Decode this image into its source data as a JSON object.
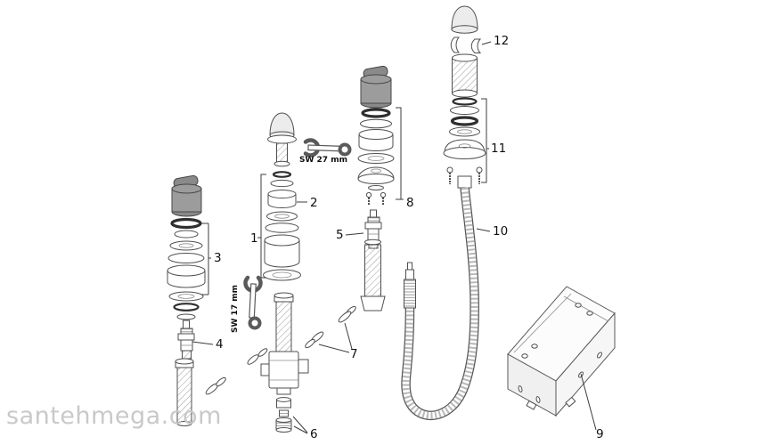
{
  "app": {
    "background": "#ffffff",
    "colors": {
      "line": "#4f4f4f",
      "handle_gray": "#9c9c9c",
      "watermark": "#c9c9c9"
    },
    "watermark": "santehmega.com"
  },
  "diagram": {
    "tool_labels": {
      "sw27": "SW 27 mm",
      "sw17": "SW 17 mm"
    },
    "callouts": {
      "c1": "1",
      "c2": "2",
      "c3": "3",
      "c4": "4",
      "c5": "5",
      "c6": "6",
      "c7": "7",
      "c8": "8",
      "c9": "9",
      "c10": "10",
      "c11": "11",
      "c12": "12"
    }
  }
}
